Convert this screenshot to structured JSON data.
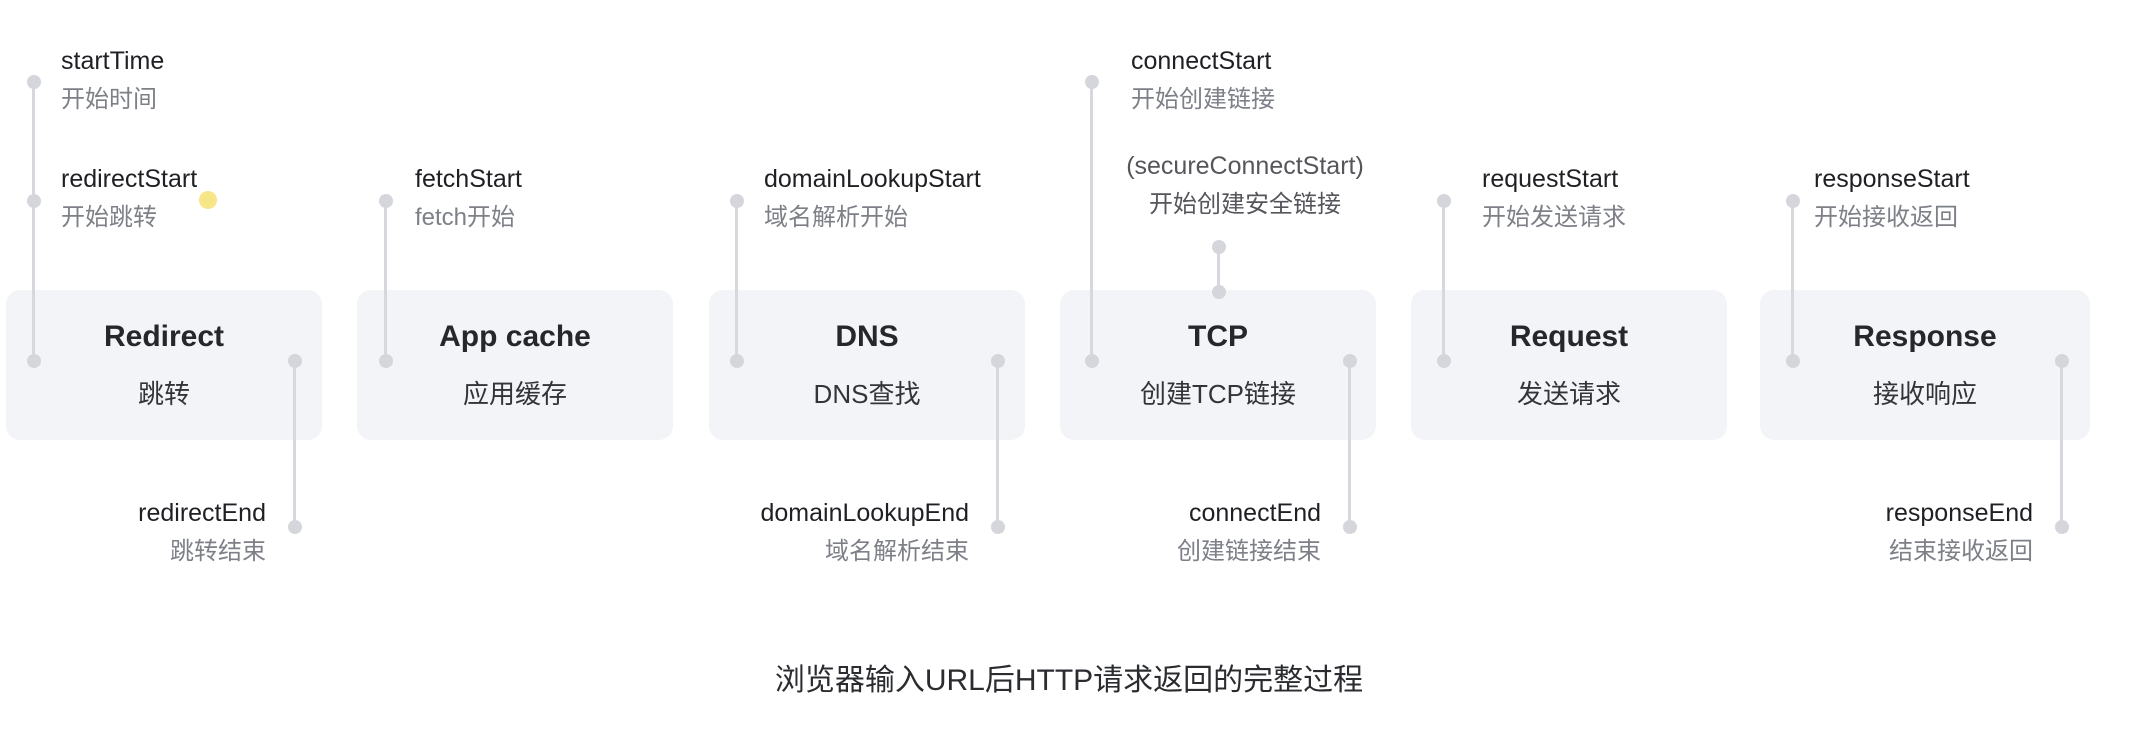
{
  "stages": [
    {
      "name": "Redirect",
      "sub": "跳转"
    },
    {
      "name": "App cache",
      "sub": "应用缓存"
    },
    {
      "name": "DNS",
      "sub": "DNS查找"
    },
    {
      "name": "TCP",
      "sub": "创建TCP链接"
    },
    {
      "name": "Request",
      "sub": "发送请求"
    },
    {
      "name": "Response",
      "sub": "接收响应"
    }
  ],
  "events": {
    "startTime": {
      "name": "startTime",
      "desc": "开始时间"
    },
    "redirectStart": {
      "name": "redirectStart",
      "desc": "开始跳转"
    },
    "redirectEnd": {
      "name": "redirectEnd",
      "desc": "跳转结束"
    },
    "fetchStart": {
      "name": "fetchStart",
      "desc": "fetch开始"
    },
    "domainLookupStart": {
      "name": "domainLookupStart",
      "desc": "域名解析开始"
    },
    "domainLookupEnd": {
      "name": "domainLookupEnd",
      "desc": "域名解析结束"
    },
    "connectStart": {
      "name": "connectStart",
      "desc": "开始创建链接"
    },
    "secureConnectStart": {
      "name": "(secureConnectStart)",
      "desc": "开始创建安全链接"
    },
    "connectEnd": {
      "name": "connectEnd",
      "desc": "创建链接结束"
    },
    "requestStart": {
      "name": "requestStart",
      "desc": "开始发送请求"
    },
    "responseStart": {
      "name": "responseStart",
      "desc": "开始接收返回"
    },
    "responseEnd": {
      "name": "responseEnd",
      "desc": "结束接收返回"
    }
  },
  "caption": "浏览器输入URL后HTTP请求返回的完整过程"
}
